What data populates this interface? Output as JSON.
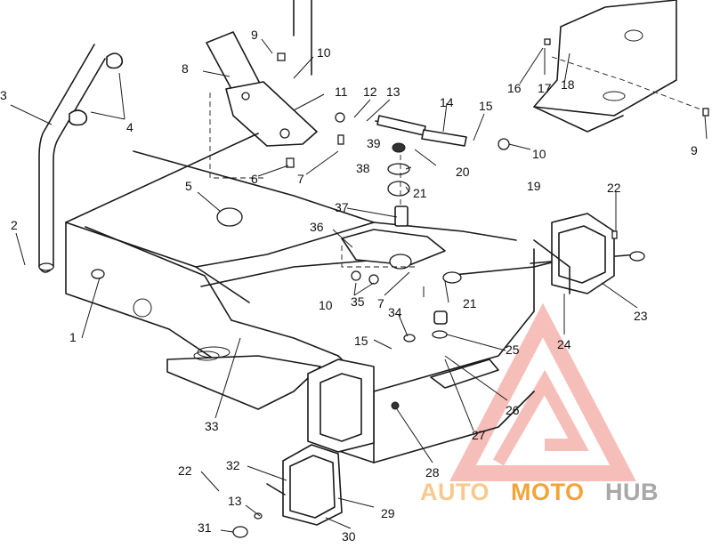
{
  "callouts": [
    {
      "id": "c1",
      "text": "1"
    },
    {
      "id": "c2",
      "text": "2"
    },
    {
      "id": "c3",
      "text": "3"
    },
    {
      "id": "c4",
      "text": "4"
    },
    {
      "id": "c5",
      "text": "5"
    },
    {
      "id": "c6",
      "text": "6"
    },
    {
      "id": "c7a",
      "text": "7"
    },
    {
      "id": "c7b",
      "text": "7"
    },
    {
      "id": "c8",
      "text": "8"
    },
    {
      "id": "c9a",
      "text": "9"
    },
    {
      "id": "c9b",
      "text": "9"
    },
    {
      "id": "c10a",
      "text": "10"
    },
    {
      "id": "c10b",
      "text": "10"
    },
    {
      "id": "c10c",
      "text": "10"
    },
    {
      "id": "c11",
      "text": "11"
    },
    {
      "id": "c12",
      "text": "12"
    },
    {
      "id": "c13a",
      "text": "13"
    },
    {
      "id": "c13b",
      "text": "13"
    },
    {
      "id": "c14",
      "text": "14"
    },
    {
      "id": "c15a",
      "text": "15"
    },
    {
      "id": "c15b",
      "text": "15"
    },
    {
      "id": "c16",
      "text": "16"
    },
    {
      "id": "c17",
      "text": "17"
    },
    {
      "id": "c18",
      "text": "18"
    },
    {
      "id": "c19",
      "text": "19"
    },
    {
      "id": "c20",
      "text": "20"
    },
    {
      "id": "c21a",
      "text": "21"
    },
    {
      "id": "c21b",
      "text": "21"
    },
    {
      "id": "c22a",
      "text": "22"
    },
    {
      "id": "c22b",
      "text": "22"
    },
    {
      "id": "c23",
      "text": "23"
    },
    {
      "id": "c24",
      "text": "24"
    },
    {
      "id": "c25",
      "text": "25"
    },
    {
      "id": "c26",
      "text": "26"
    },
    {
      "id": "c27",
      "text": "27"
    },
    {
      "id": "c28",
      "text": "28"
    },
    {
      "id": "c29",
      "text": "29"
    },
    {
      "id": "c30",
      "text": "30"
    },
    {
      "id": "c31",
      "text": "31"
    },
    {
      "id": "c32",
      "text": "32"
    },
    {
      "id": "c33",
      "text": "33"
    },
    {
      "id": "c34",
      "text": "34"
    },
    {
      "id": "c35",
      "text": "35"
    },
    {
      "id": "c36",
      "text": "36"
    },
    {
      "id": "c37",
      "text": "37"
    },
    {
      "id": "c38",
      "text": "38"
    },
    {
      "id": "c39",
      "text": "39"
    }
  ],
  "watermark": {
    "brand_part1": "AUTO",
    "brand_part2": "MOTO",
    "brand_part3": "HUB",
    "color_light": "#f7c98e",
    "color_orange": "#f2a43a",
    "color_gray": "#a8a8a8",
    "color_red": "#f08a80"
  }
}
